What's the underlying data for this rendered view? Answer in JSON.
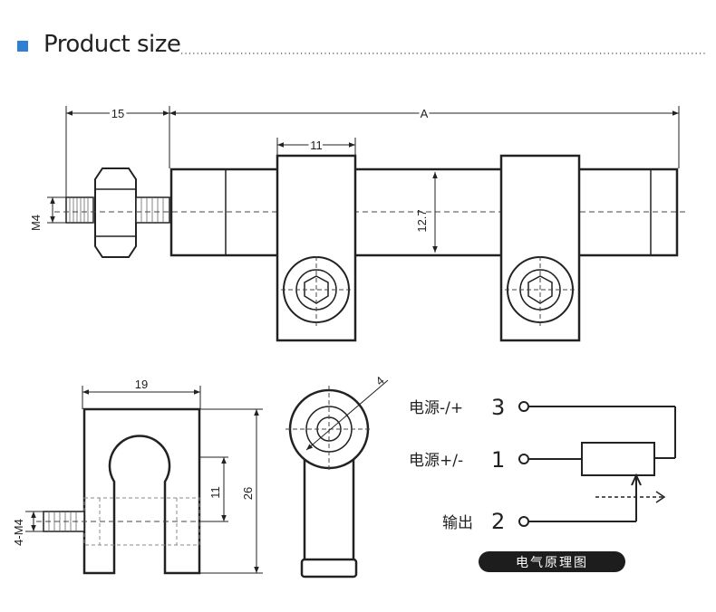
{
  "header": {
    "title": "Product size",
    "accent_color": "#2f7fd3"
  },
  "side_view": {
    "dim_width_left": "15",
    "dim_length": "A",
    "dim_clamp_width": "11",
    "dim_body_diameter": "12.7",
    "dim_thread": "M4"
  },
  "end_view": {
    "dim_width": "19",
    "dim_height": "26",
    "dim_slot": "11",
    "dim_thread": "4-M4"
  },
  "rod_end_view": {
    "dim_hole": "4"
  },
  "circuit": {
    "terminal_3_label": "电源-/+",
    "terminal_3_number": "3",
    "terminal_1_label": "电源+/-",
    "terminal_1_number": "1",
    "terminal_2_label": "输出",
    "terminal_2_number": "2",
    "badge": "电气原理图"
  }
}
